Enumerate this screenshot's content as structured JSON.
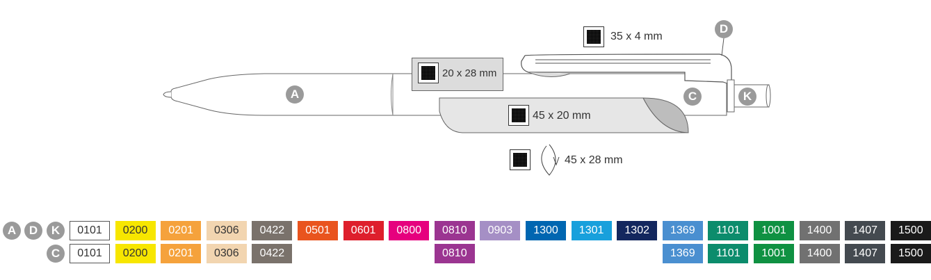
{
  "print_areas": [
    {
      "id": "clip_top",
      "label": "35 x 4 mm"
    },
    {
      "id": "barrel_upper",
      "label": "20 x 28 mm"
    },
    {
      "id": "barrel_lower",
      "label": "45 x 20 mm"
    },
    {
      "id": "wrap",
      "label": "45 x 28 mm"
    }
  ],
  "part_markers": {
    "A": "A",
    "C": "C",
    "D": "D",
    "K": "K"
  },
  "rows": [
    {
      "markers": [
        "A",
        "D",
        "K"
      ],
      "swatches": [
        {
          "code": "0101",
          "color": "#ffffff"
        },
        {
          "code": "0200",
          "color": "#f7e600"
        },
        {
          "code": "0201",
          "color": "#f5a23c"
        },
        {
          "code": "0306",
          "color": "#f2d5b0"
        },
        {
          "code": "0422",
          "color": "#7a726b"
        },
        {
          "code": "0501",
          "color": "#e9541e"
        },
        {
          "code": "0601",
          "color": "#de1f2c"
        },
        {
          "code": "0800",
          "color": "#e6007e"
        },
        {
          "code": "0810",
          "color": "#9b3591"
        },
        {
          "code": "0903",
          "color": "#a58fc5"
        },
        {
          "code": "1300",
          "color": "#0066b1"
        },
        {
          "code": "1301",
          "color": "#18a0dc"
        },
        {
          "code": "1302",
          "color": "#13275e"
        },
        {
          "code": "1369",
          "color": "#4a8fd0"
        },
        {
          "code": "1101",
          "color": "#0c8c6c"
        },
        {
          "code": "1001",
          "color": "#0f9142"
        },
        {
          "code": "1400",
          "color": "#717171"
        },
        {
          "code": "1407",
          "color": "#444a50"
        },
        {
          "code": "1500",
          "color": "#1a1a1a"
        }
      ]
    },
    {
      "markers": [
        "C"
      ],
      "swatches": [
        {
          "code": "0101",
          "color": "#ffffff"
        },
        {
          "code": "0200",
          "color": "#f7e600"
        },
        {
          "code": "0201",
          "color": "#f5a23c"
        },
        {
          "code": "0306",
          "color": "#f2d5b0"
        },
        {
          "code": "0422",
          "color": "#7a726b"
        },
        {
          "code": "0810",
          "color": "#9b3591"
        },
        {
          "code": "1369",
          "color": "#4a8fd0"
        },
        {
          "code": "1101",
          "color": "#0c8c6c"
        },
        {
          "code": "1001",
          "color": "#0f9142"
        },
        {
          "code": "1400",
          "color": "#717171"
        },
        {
          "code": "1407",
          "color": "#444a50"
        },
        {
          "code": "1500",
          "color": "#1a1a1a"
        }
      ]
    }
  ]
}
